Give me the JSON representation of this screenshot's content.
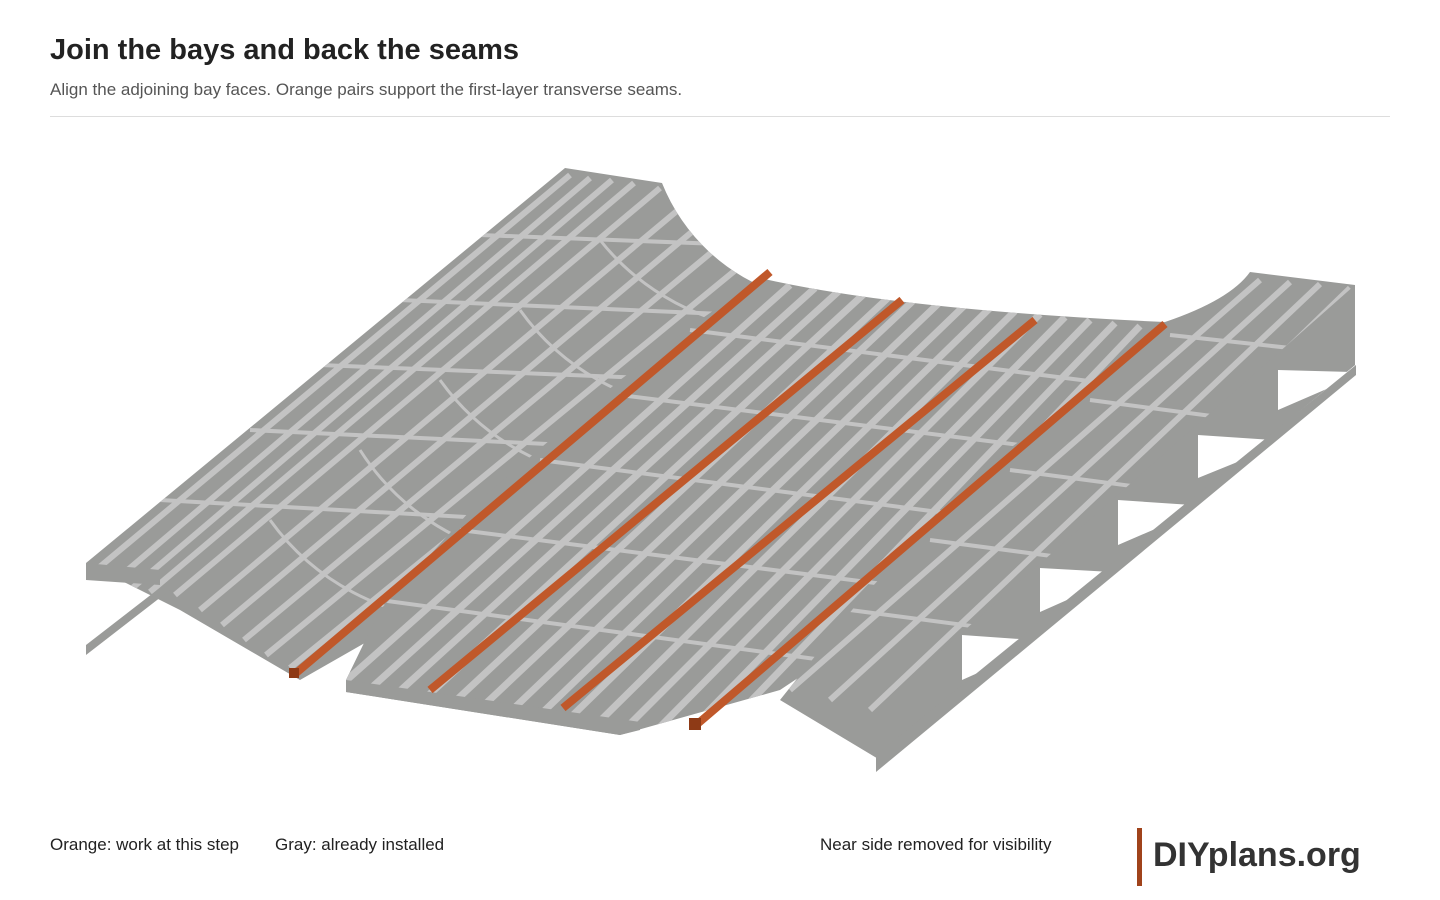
{
  "header": {
    "title": "Join the bays and back the seams",
    "subtitle": "Align the adjoining bay faces. Orange pairs support the first-layer transverse seams."
  },
  "footer": {
    "legend_orange": "Orange: work at this step",
    "legend_gray": "Gray: already installed",
    "note": "Near side removed for visibility",
    "brand": "DIYplans.org"
  },
  "colors": {
    "orange": "#c0582a",
    "orange_dark": "#8e3a16",
    "gray_top": "#c3c3c3",
    "gray_side": "#9a9b99",
    "brand_bar": "#a0431b"
  }
}
